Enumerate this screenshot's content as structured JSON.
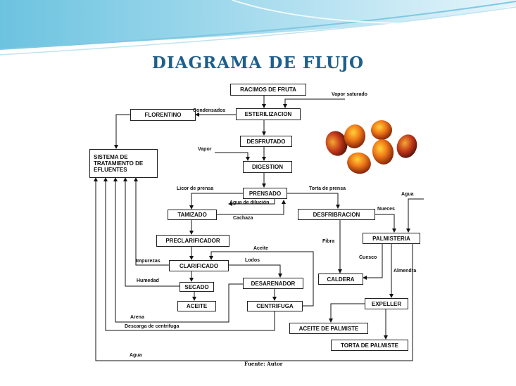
{
  "title": "DIAGRAMA DE FLUJO",
  "source": "Fuente: Autor",
  "colors": {
    "title": "#1f5f8b",
    "banner": "#9fd6ea"
  },
  "boxes": {
    "racimos": "RACIMOS DE FRUTA",
    "esterilizacion": "ESTERILIZACION",
    "florentino": "FLORENTINO",
    "sistema": "SISTEMA DE TRATAMIENTO DE EFLUENTES",
    "desfrutado": "DESFRUTADO",
    "digestion": "DIGESTION",
    "prensado": "PRENSADO",
    "tamizado": "TAMIZADO",
    "desfibracion": "DESFRIBRACION",
    "palmisteria": "PALMISTERIA",
    "preclarificador": "PRECLARIFICADOR",
    "clarificado": "CLARIFICADO",
    "secado": "SECADO",
    "aceite": "ACEITE",
    "desarenador": "DESARENADOR",
    "centrifuga": "CENTRIFUGA",
    "caldera": "CALDERA",
    "expeller": "EXPELLER",
    "aceite_palmiste": "ACEITE DE PALMISTE",
    "torta_palmiste": "TORTA DE PALMISTE"
  },
  "labels": {
    "vapor_saturado": "Vapor saturado",
    "condensados": "Condensados",
    "vapor": "Vapor",
    "licor": "Licor de prensa",
    "torta_prensa": "Torta de prensa",
    "agua_dilucion": "Agua de dilución",
    "agua_top": "Agua",
    "nueces": "Nueces",
    "cachaza": "Cachaza",
    "fibra": "Fibra",
    "aceite_lbl": "Aceite",
    "cuesco": "Cuesco",
    "impurezas": "Impurezas",
    "lodos": "Lodos",
    "almendra": "Almendra",
    "humedad": "Humedad",
    "arena": "Arena",
    "descarga": "Descarga de centrifuga",
    "agua_bottom": "Agua"
  }
}
